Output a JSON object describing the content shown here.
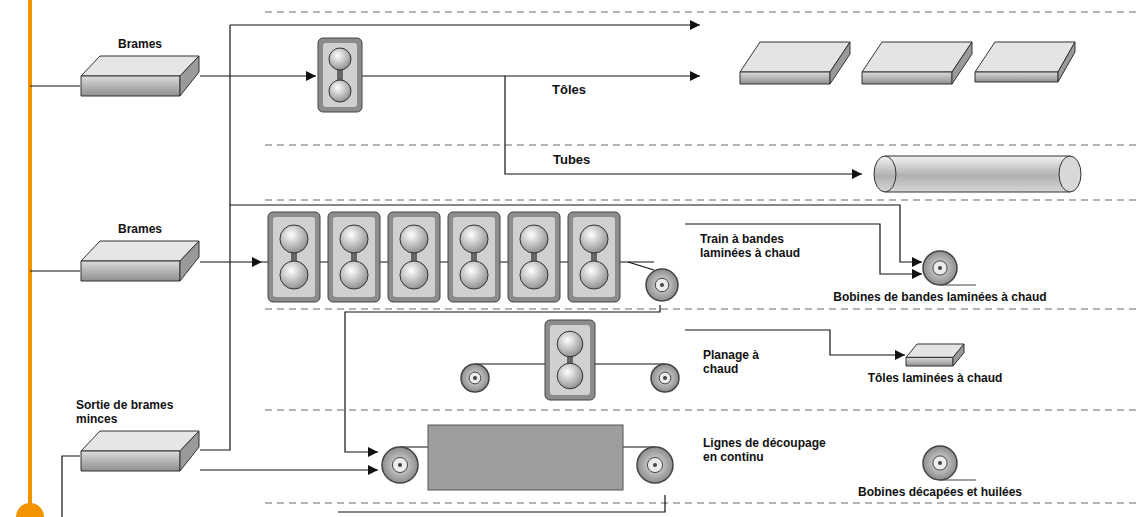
{
  "diagram": {
    "nodes": [
      {
        "text": [
          "Brames"
        ]
      },
      {
        "text": [
          "Brames"
        ]
      },
      {
        "text": [
          "Sortie de brames minces"
        ]
      },
      {
        "text": [
          "Train à bandes laminées à chaud"
        ]
      },
      {
        "text": [
          "Planage à chaud"
        ]
      },
      {
        "text": [
          "Lignes de découpage en continu"
        ]
      },
      {
        "text": [
          "Bobines de bandes laminées à chaud"
        ]
      },
      {
        "text": [
          "Tôles laminées à chaud"
        ]
      },
      {
        "text": [
          "Bobines décapées et huilées"
        ]
      }
    ],
    "edges": [
      {
        "from": 1,
        "to": 3,
        "arrow": "to"
      },
      {
        "from": 3,
        "to": 6,
        "arrow": "to"
      },
      {
        "from": 3,
        "to": 5,
        "arrow": "to"
      },
      {
        "from": 4,
        "to": 7,
        "arrow": "to"
      },
      {
        "from": 2,
        "to": 5,
        "arrow": "to"
      },
      {
        "from": 2,
        "to": 6,
        "arrow": "to"
      }
    ],
    "labels": [
      "Tôles",
      "Tubes"
    ]
  }
}
